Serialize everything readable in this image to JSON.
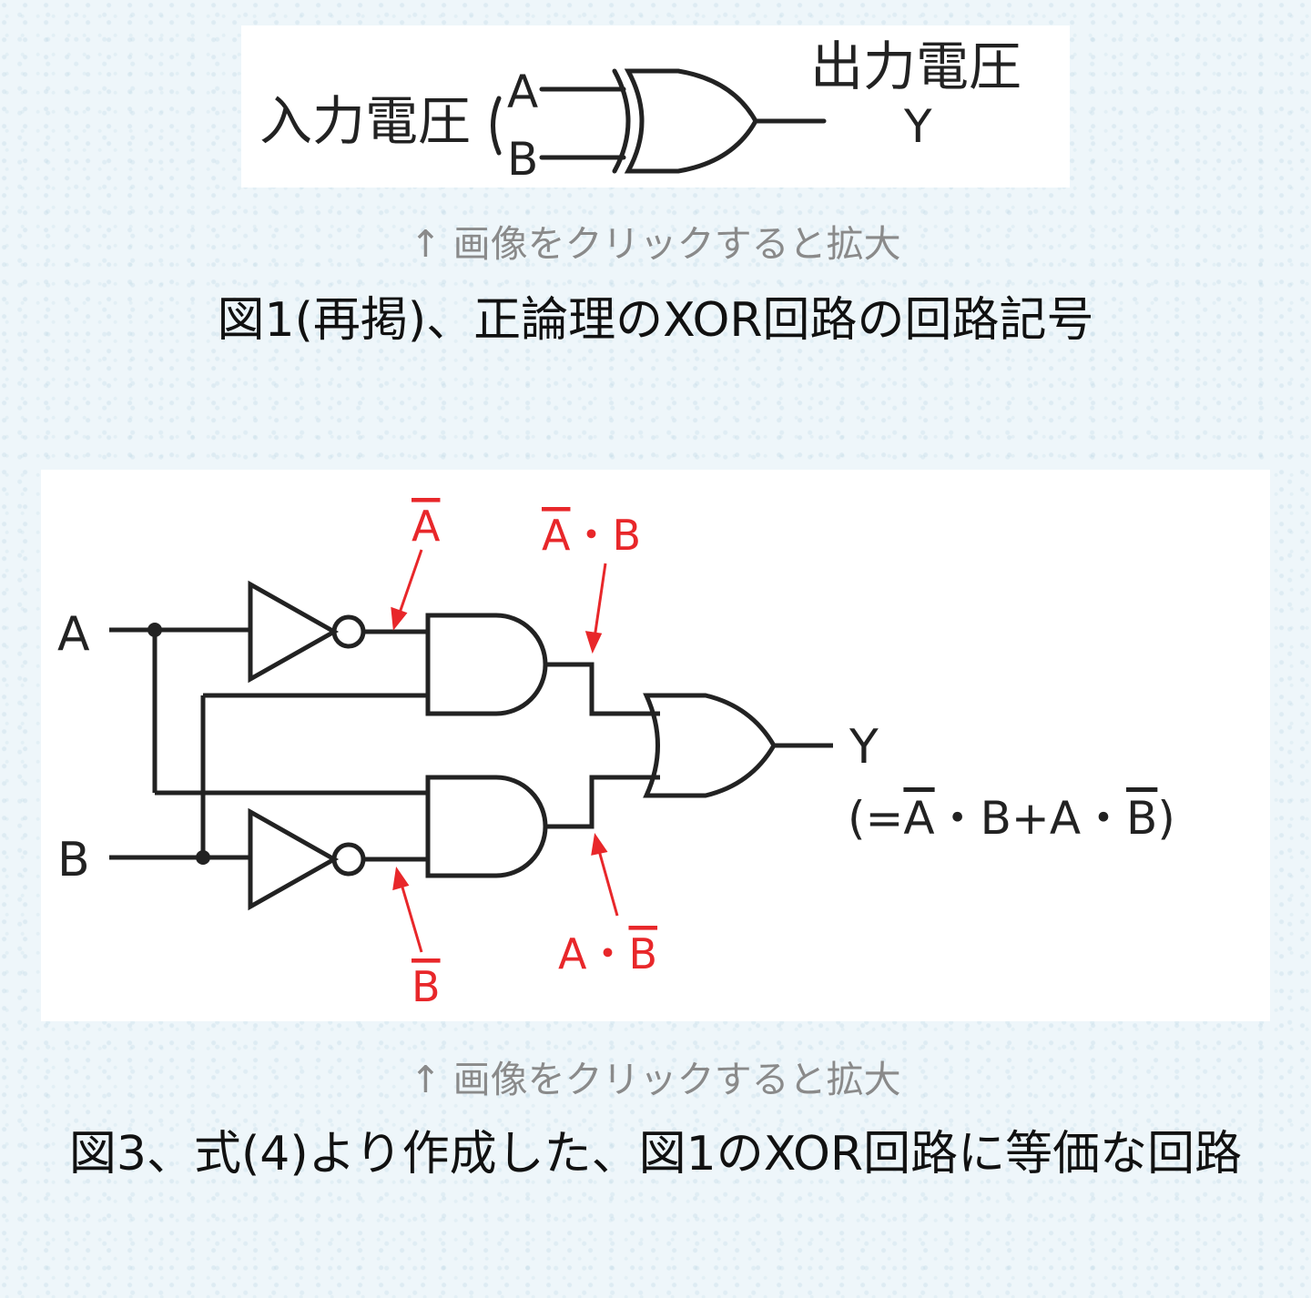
{
  "figure1": {
    "input_label": "入力電圧",
    "input_a": "A",
    "input_b": "B",
    "output_label": "出力電圧",
    "output_y": "Y",
    "hint": "↑ 画像をクリックすると拡大",
    "caption": "図1(再掲)、正論理のXOR回路の回路記号"
  },
  "figure3": {
    "input_a": "A",
    "input_b": "B",
    "output_y": "Y",
    "formula": {
      "open": "(=",
      "a_bar": "A",
      "dot1": "・",
      "b": "B+A",
      "dot2": "・",
      "b_bar": "B",
      "close": ")"
    },
    "annotation_not_a": "A",
    "annotation_and_top": {
      "a_bar": "A",
      "dot": "・",
      "b": "B"
    },
    "annotation_not_b": "B",
    "annotation_and_bottom": {
      "a": "A",
      "dot": "・",
      "b_bar": "B"
    },
    "colors": {
      "wire": "#222222",
      "annotation": "#e8272a"
    },
    "hint": "↑ 画像をクリックすると拡大",
    "caption": "図3、式(4)より作成した、図1のXOR回路に等価な回路"
  }
}
